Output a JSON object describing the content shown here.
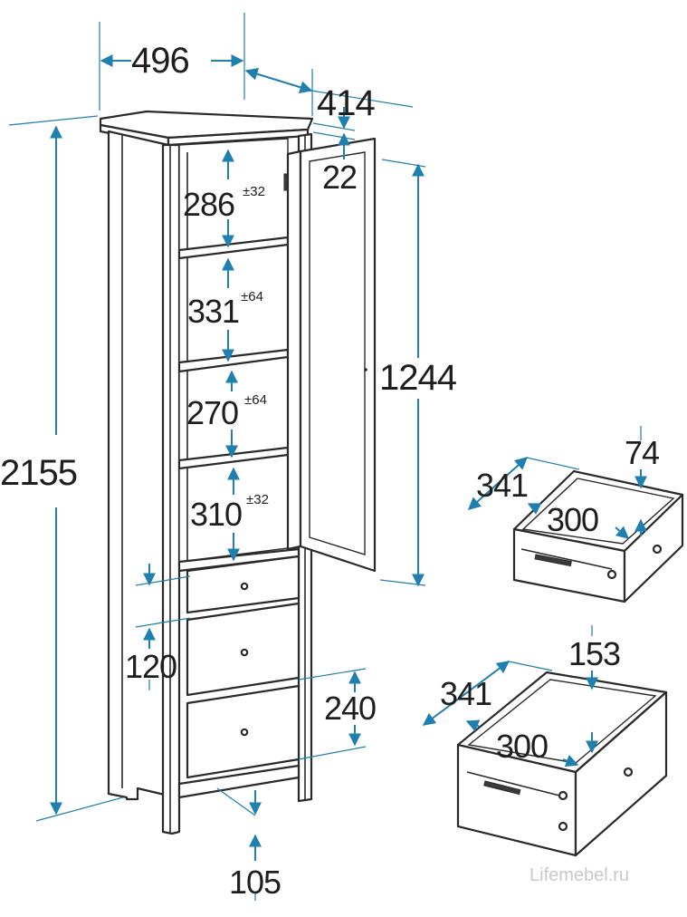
{
  "dimensions": {
    "width": "496",
    "depth": "414",
    "height": "2155",
    "door_height": "1244",
    "top_overhang": "22",
    "shelf_gap_1": "286",
    "shelf_gap_2": "331",
    "shelf_gap_3": "270",
    "shelf_gap_4": "310",
    "small_drawer_height": "120",
    "large_drawer_height": "240",
    "leg_height": "105"
  },
  "tolerances": {
    "shelf_gap_1": "±32",
    "shelf_gap_2": "±64",
    "shelf_gap_3": "±64",
    "shelf_gap_4": "±32"
  },
  "small_drawer": {
    "depth": "341",
    "inner_width": "300",
    "height": "74"
  },
  "large_drawer": {
    "depth": "341",
    "inner_width": "300",
    "height": "153"
  },
  "watermark": "Lifemebel.ru",
  "colors": {
    "dimension_line": "#1f7fae",
    "outline": "#2a2a2a"
  }
}
